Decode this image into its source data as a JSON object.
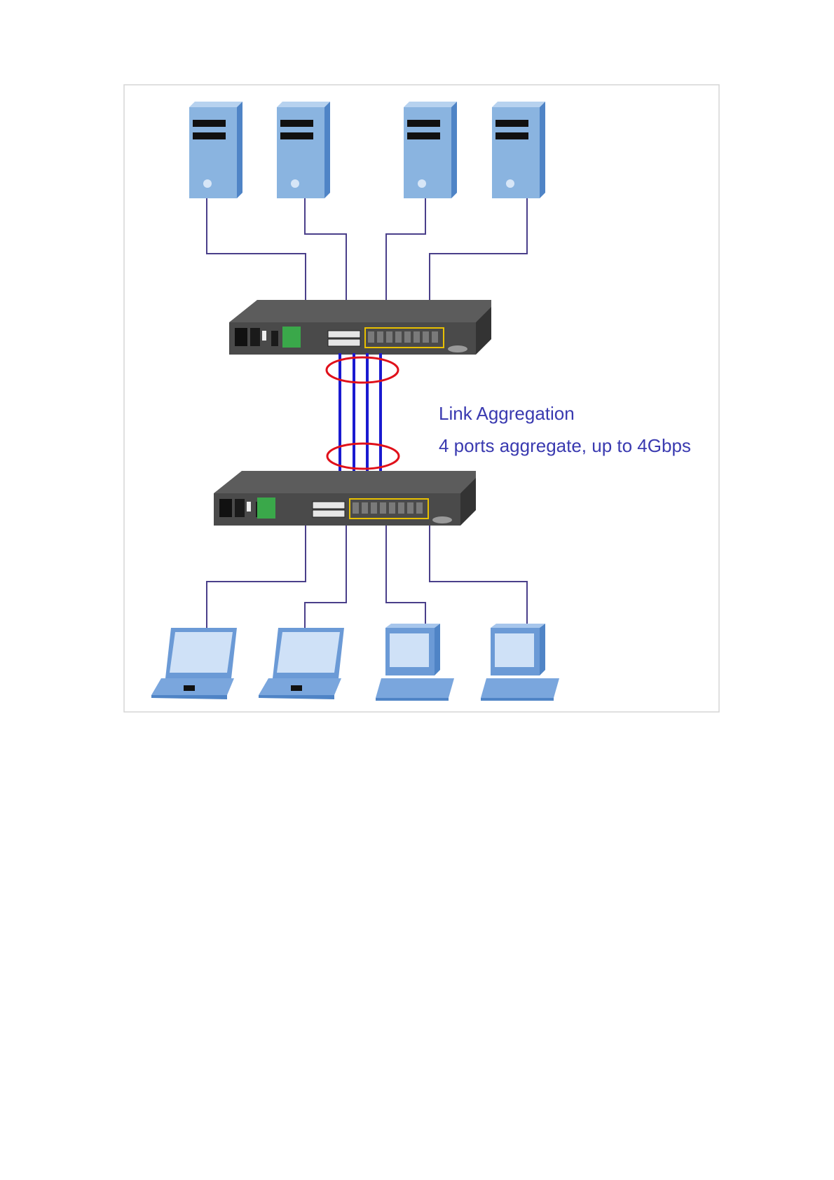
{
  "diagram": {
    "caption": {
      "title": "Link Aggregation",
      "subtitle": "4 ports aggregate, up to 4Gbps"
    },
    "colors": {
      "frame_border": "#d6d6d6",
      "server_front": "#8ab4e0",
      "server_side": "#5a8ccc",
      "server_slot": "#111111",
      "link_line": "#4a3f8a",
      "aggregated_link": "#1a1ad0",
      "aggregation_ring": "#e0101a",
      "switch_body": "#4a4a4a",
      "sfp_highlight": "#e8c000",
      "terminal_green": "#3aa84a",
      "client_screen": "#cfe1f7",
      "client_body": "#6b9ad6",
      "caption_color": "#3a3ab0"
    },
    "servers": [
      {
        "icon": "server-icon"
      },
      {
        "icon": "server-icon"
      },
      {
        "icon": "server-icon"
      },
      {
        "icon": "server-icon"
      }
    ],
    "switches": [
      {
        "icon": "network-switch-icon"
      },
      {
        "icon": "network-switch-icon"
      }
    ],
    "clients": [
      {
        "icon": "laptop-icon"
      },
      {
        "icon": "laptop-icon"
      },
      {
        "icon": "desktop-computer-icon"
      },
      {
        "icon": "desktop-computer-icon"
      }
    ],
    "aggregated_links": 4
  }
}
